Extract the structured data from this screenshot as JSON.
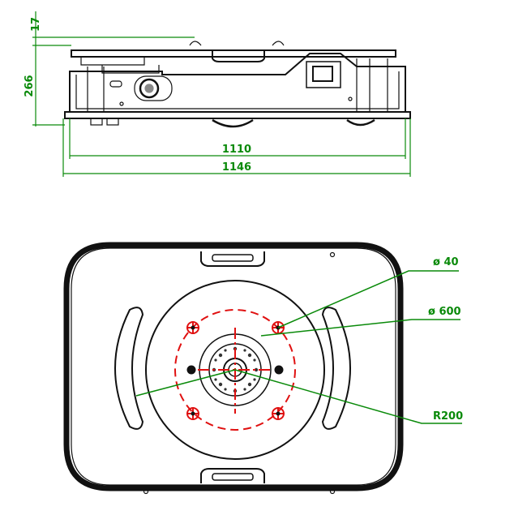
{
  "colors": {
    "ink": "#111111",
    "dimension": "#0a8a0a",
    "red": "#e01010"
  },
  "side_view": {
    "dim_top_height": "17",
    "dim_body_height": "266",
    "dim_inner_length": "1110",
    "dim_total_length": "1146"
  },
  "top_view": {
    "label_hole_diameter": "ø 40",
    "label_plate_diameter": "ø 600",
    "label_bolt_radius": "R200"
  }
}
